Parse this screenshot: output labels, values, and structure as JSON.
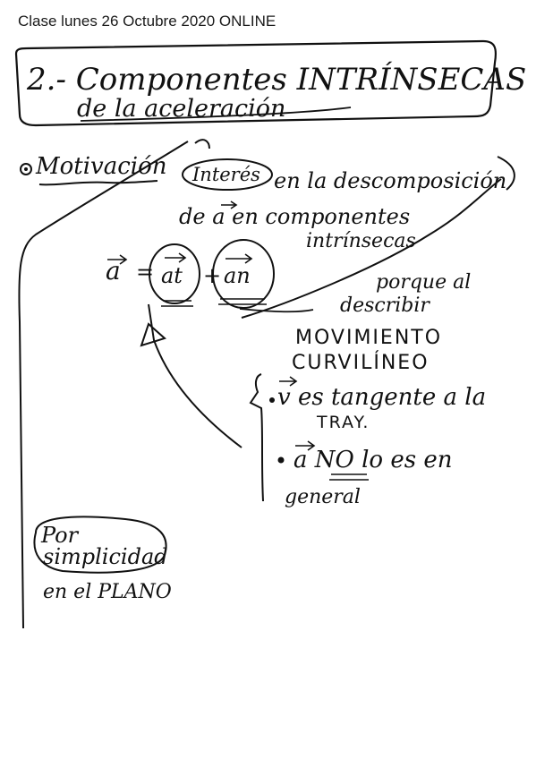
{
  "header": {
    "title": "Clase lunes 26 Octubre 2020 ONLINE"
  },
  "notes": {
    "heading_line1": "2.- Componentes INTRÍNSECAS",
    "heading_line2": "de la aceleración",
    "bullet_motivation": "Motivación",
    "interest": "Interés",
    "decomposition_l1": "en la descomposición",
    "decomposition_l2": "de a en componentes",
    "decomposition_l3": "intrínsecas",
    "eq_a": "a",
    "eq_equals": "=",
    "eq_at": "at",
    "eq_plus": "+",
    "eq_an": "an",
    "reason_l1": "porque al",
    "reason_l2": "describir",
    "reason_l3": "MOVIMIENTO",
    "reason_l4": "CURVILÍNEO",
    "v_tangent_l1": "v es tangente a la",
    "v_tangent_l2": "TRAY.",
    "a_not_l1": "a NO lo es en",
    "a_not_l2": "general",
    "simplicity_l1": "Por",
    "simplicity_l2": "simplicidad",
    "simplicity_l3": "en el PLANO"
  }
}
